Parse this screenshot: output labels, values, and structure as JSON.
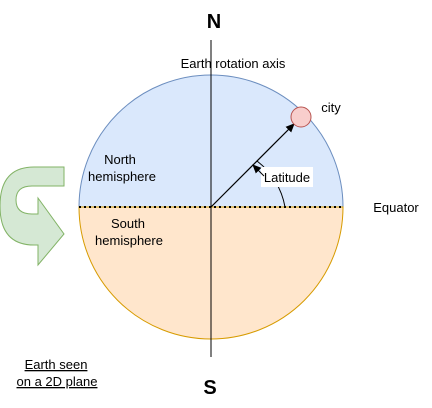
{
  "labels": {
    "north_pole": "N",
    "south_pole": "S",
    "rotation_axis": "Earth rotation axis",
    "city": "city",
    "latitude": "Latitude",
    "equator": "Equator",
    "north_hemisphere": [
      "North",
      "hemisphere"
    ],
    "south_hemisphere": [
      "South",
      "hemisphere"
    ],
    "caption": [
      "Earth seen",
      "on a 2D plane"
    ]
  },
  "colors": {
    "north_fill": "#dae8fc",
    "north_stroke": "#6c8ebf",
    "south_fill": "#ffe6cc",
    "south_stroke": "#d79b00",
    "city_fill": "#f8cecc",
    "city_stroke": "#b85450",
    "arrow_fill": "#d5e8d4",
    "arrow_stroke": "#82b366",
    "line": "#000000"
  },
  "icons": {
    "rotation": "curved-arrow-icon"
  }
}
